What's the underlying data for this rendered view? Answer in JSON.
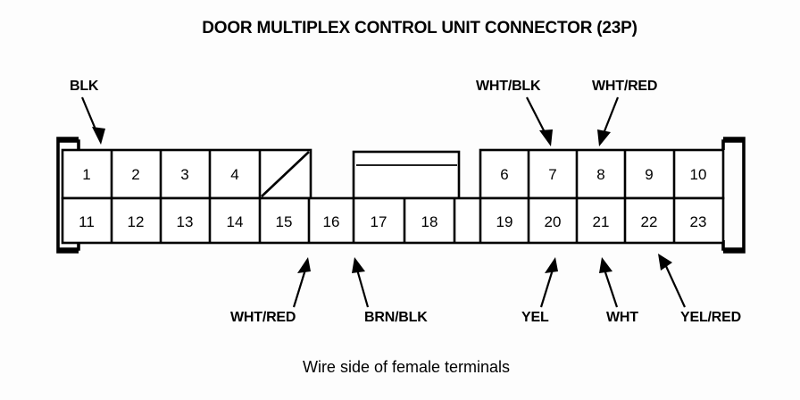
{
  "title": "DOOR MULTIPLEX CONTROL UNIT CONNECTOR (23P)",
  "caption": "Wire side of female terminals",
  "connector": {
    "pin_count": 23,
    "blank_cavity_marker": "diagonal-slash",
    "top_row_pins": [
      "1",
      "2",
      "3",
      "4",
      "6",
      "7",
      "8",
      "9",
      "10"
    ],
    "bottom_row_pins": [
      "11",
      "12",
      "13",
      "14",
      "15",
      "16",
      "17",
      "18",
      "19",
      "20",
      "21",
      "22",
      "23"
    ]
  },
  "pins": {
    "p1": "1",
    "p2": "2",
    "p3": "3",
    "p4": "4",
    "p6": "6",
    "p7": "7",
    "p8": "8",
    "p9": "9",
    "p10": "10",
    "p11": "11",
    "p12": "12",
    "p13": "13",
    "p14": "14",
    "p15": "15",
    "p16": "16",
    "p17": "17",
    "p18": "18",
    "p19": "19",
    "p20": "20",
    "p21": "21",
    "p22": "22",
    "p23": "23"
  },
  "wire_labels": {
    "top": [
      {
        "id": "blk",
        "text": "BLK",
        "pin": "1"
      },
      {
        "id": "wht_blk",
        "text": "WHT/BLK",
        "pin": "7"
      },
      {
        "id": "wht_red_top",
        "text": "WHT/RED",
        "pin": "8"
      }
    ],
    "bottom": [
      {
        "id": "wht_red_bottom",
        "text": "WHT/RED",
        "pin": "15"
      },
      {
        "id": "brn_blk",
        "text": "BRN/BLK",
        "pin": "16"
      },
      {
        "id": "yel",
        "text": "YEL",
        "pin": "20"
      },
      {
        "id": "wht",
        "text": "WHT",
        "pin": "21"
      },
      {
        "id": "yel_red",
        "text": "YEL/RED",
        "pin": "22"
      }
    ]
  },
  "colors": {
    "ink": "#000000",
    "paper": "#fdfdfd"
  }
}
